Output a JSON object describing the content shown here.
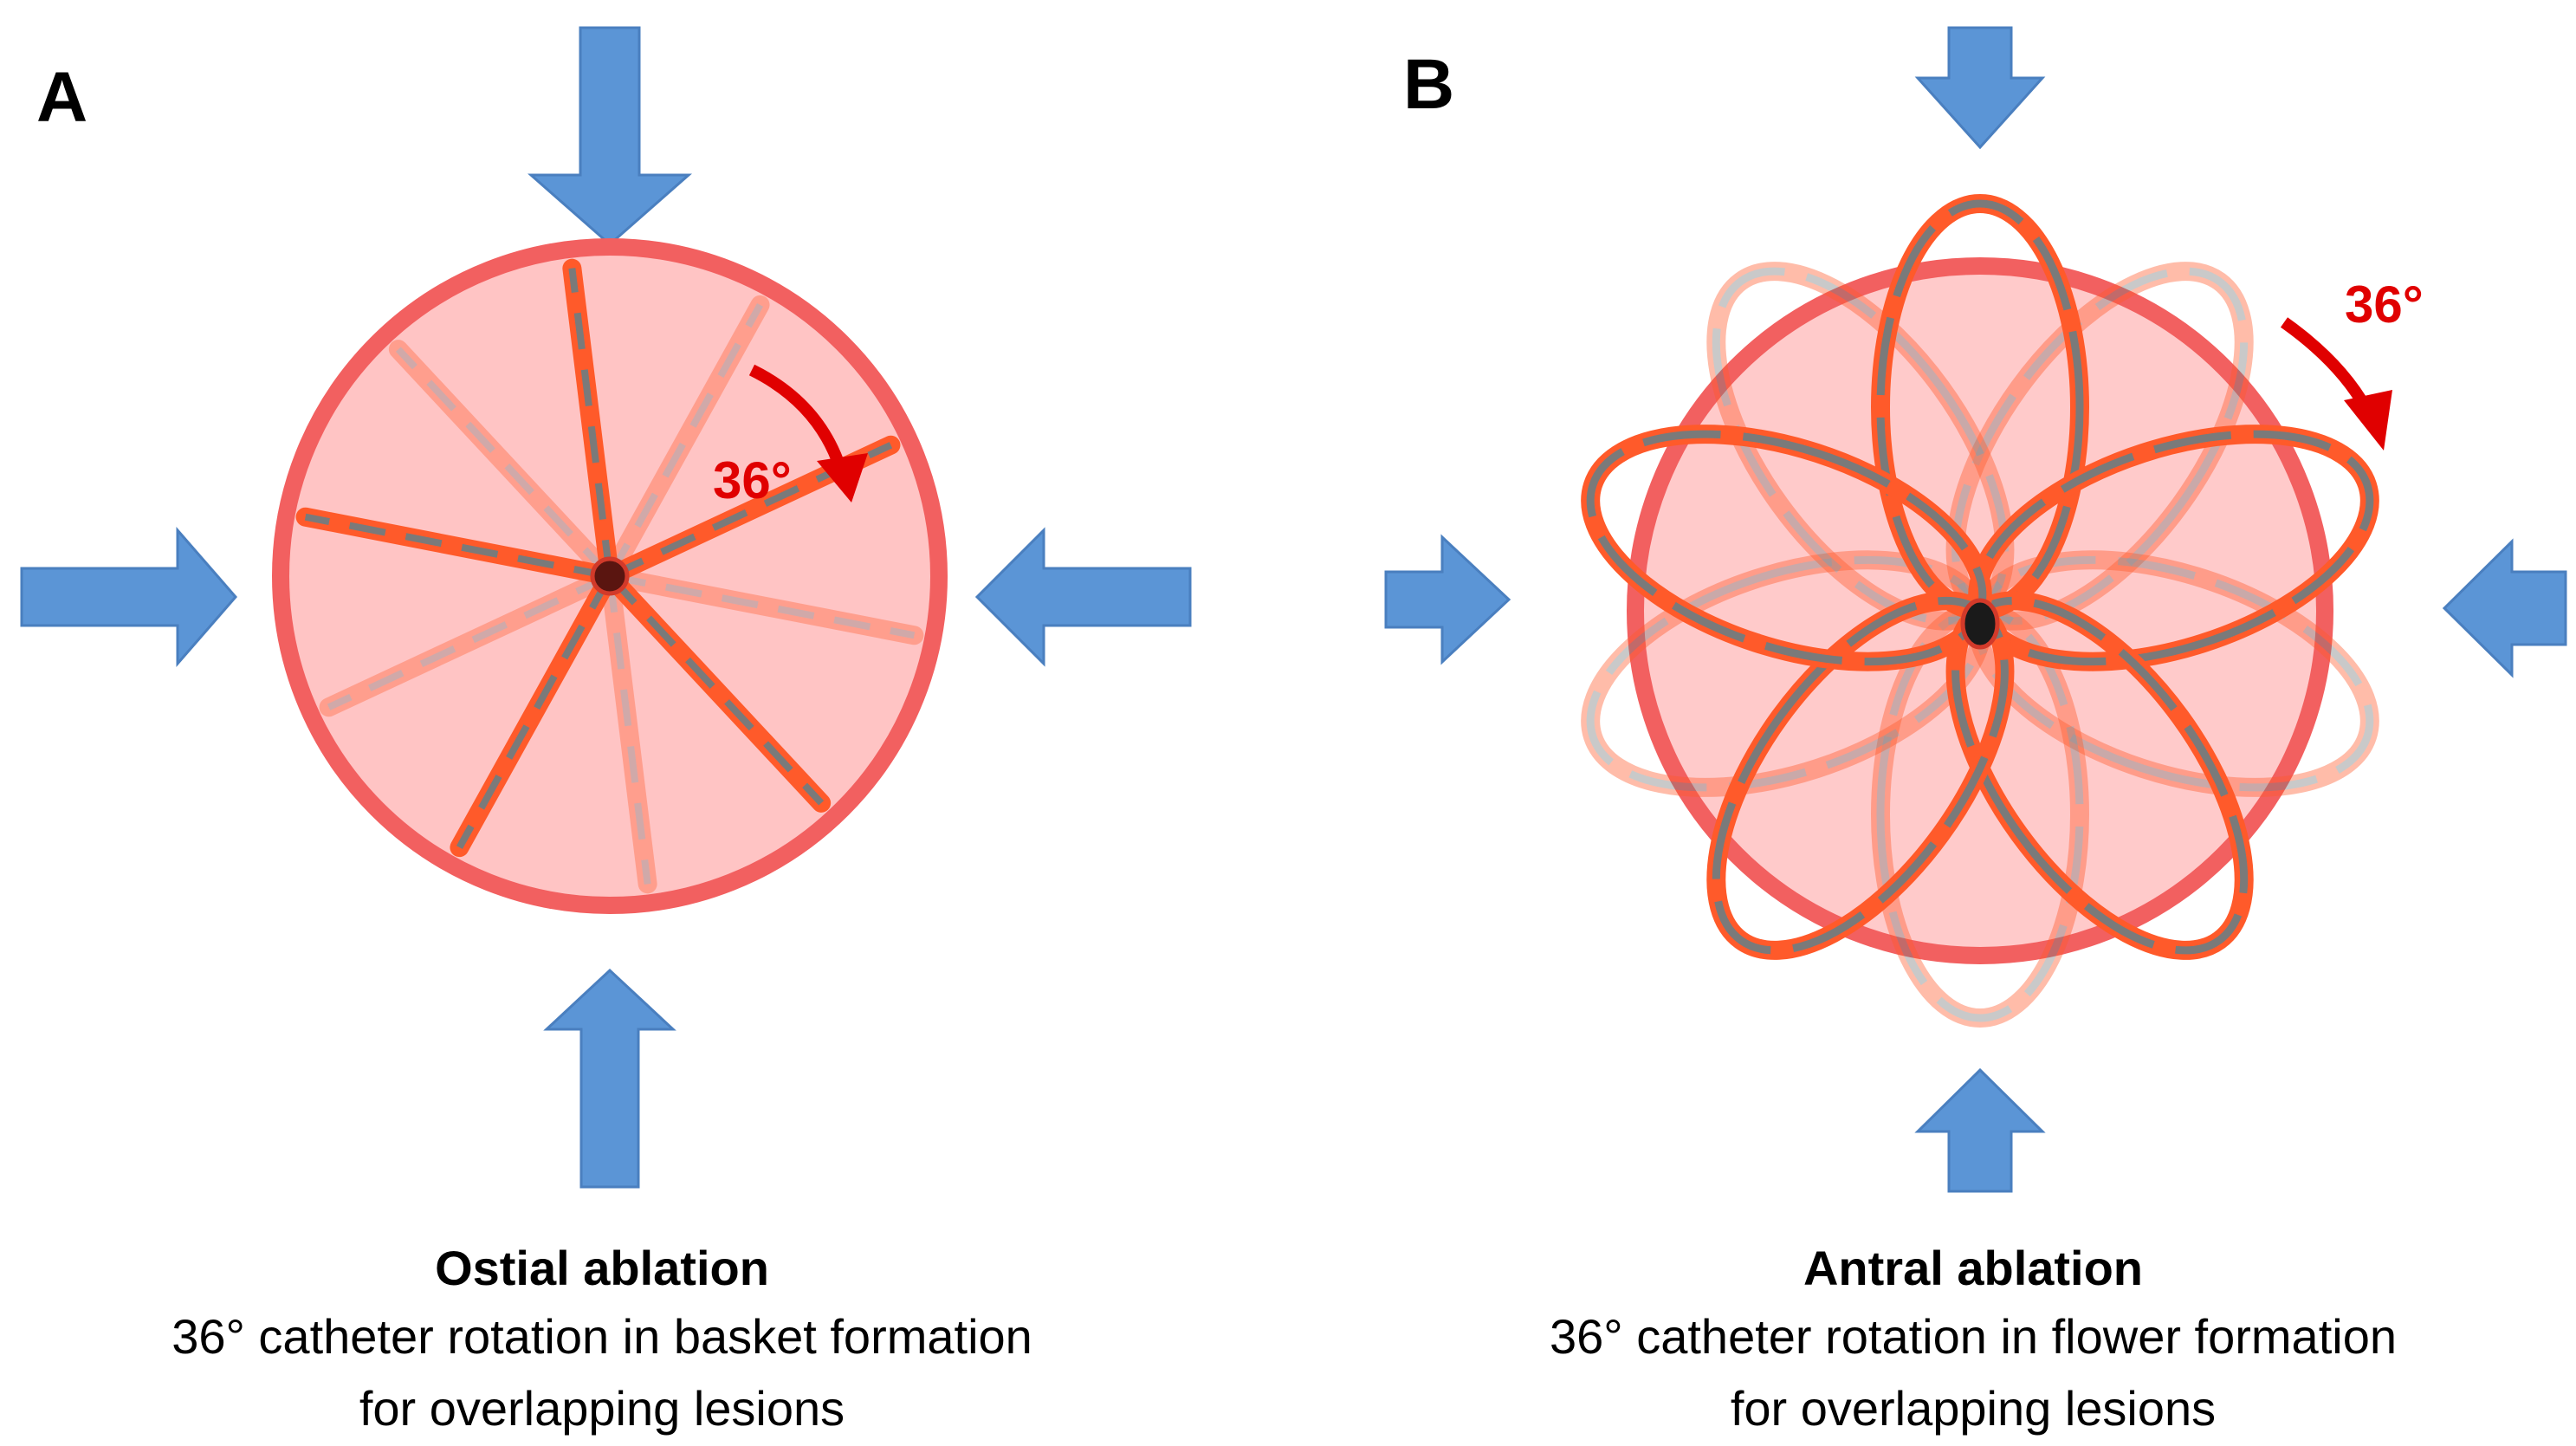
{
  "panels": [
    {
      "letter": "A",
      "angle_label": "36°",
      "caption_title": "Ostial ablation",
      "caption_line1": "36° catheter rotation in basket formation",
      "caption_line2": "for overlapping lesions"
    },
    {
      "letter": "B",
      "angle_label": "36°",
      "caption_title": "Antral ablation",
      "caption_line1": "36° catheter rotation in flower formation",
      "caption_line2": "for overlapping lesions"
    }
  ],
  "colors": {
    "arrow_fill": "#5b95d6",
    "arrow_stroke": "#4a7fbf",
    "vein_fill": "#ffc4c4",
    "vein_ring": "#f26060",
    "spline_orange": "#ff5a2a",
    "spline_gray": "#7a7a7a",
    "rotation_arrow": "#e00000",
    "center_dot": "#5a1510"
  }
}
